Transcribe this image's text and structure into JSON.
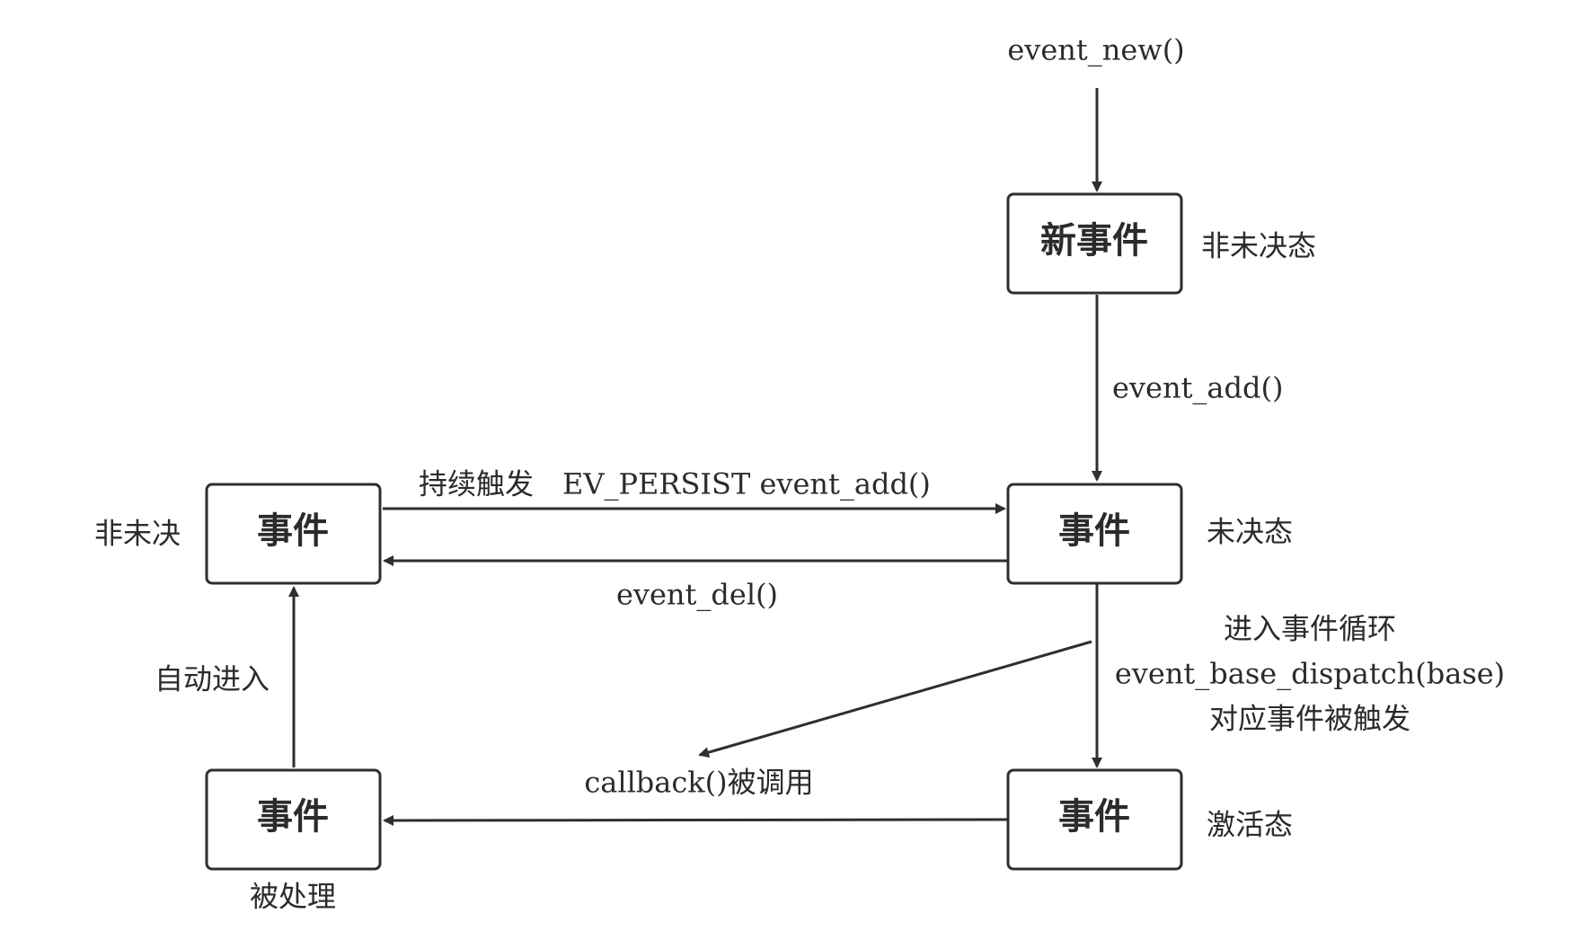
{
  "nodes": {
    "new_event": {
      "label": "新事件",
      "state": "非未决态"
    },
    "pending_event": {
      "label": "事件",
      "state": "未决态"
    },
    "non_pending_event": {
      "label": "事件",
      "state": "非未决"
    },
    "active_event": {
      "label": "事件",
      "state": "激活态"
    },
    "processed_event": {
      "label": "事件",
      "state": "被处理"
    }
  },
  "edges": {
    "event_new": {
      "label": "event_new()"
    },
    "event_add": {
      "label": "event_add()"
    },
    "persist": {
      "label": "持续触发　EV_PERSIST event_add()"
    },
    "event_del": {
      "label": "event_del()"
    },
    "dispatch": {
      "line1": "进入事件循环",
      "line2": "event_base_dispatch(base)",
      "line3": "对应事件被触发"
    },
    "callback": {
      "label": "callback()被调用"
    },
    "auto_enter": {
      "label": "自动进入"
    }
  }
}
